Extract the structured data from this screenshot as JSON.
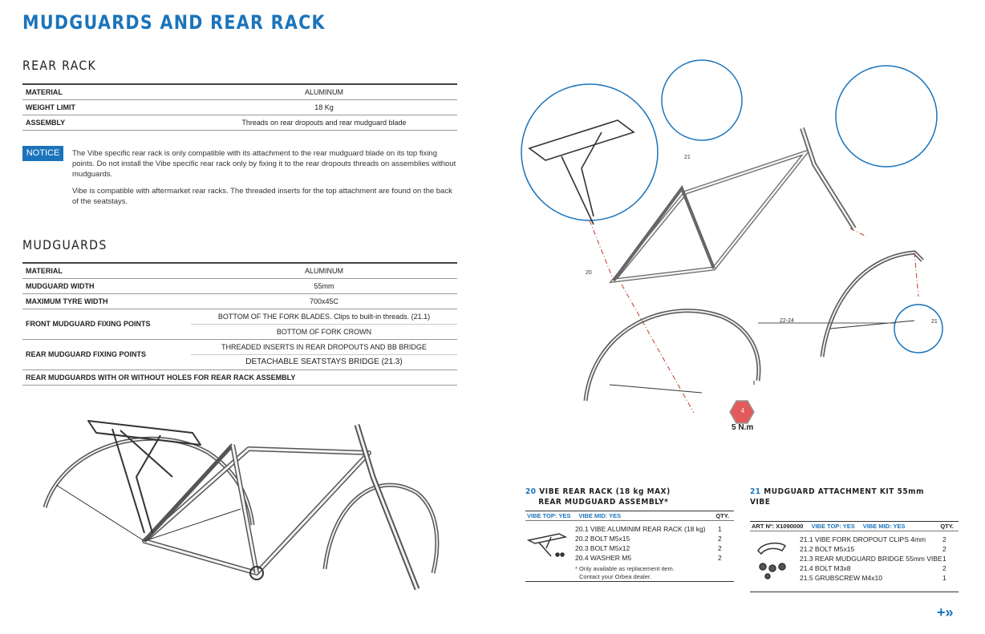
{
  "page_title": "MUDGUARDS AND REAR RACK",
  "rear_rack": {
    "title": "REAR RACK",
    "rows": [
      {
        "label": "MATERIAL",
        "value": "ALUMINUM"
      },
      {
        "label": "WEIGHT LIMIT",
        "value": "18 Kg"
      },
      {
        "label": "ASSEMBLY",
        "value": "Threads on rear dropouts and rear mudguard blade"
      }
    ]
  },
  "notice": {
    "tag": "NOTICE",
    "p1": "The Vibe specific rear rack is only compatible with its attachment to the rear mudguard blade on its top fixing points. Do not install the Vibe specific rear rack only by fixing it to the rear dropouts threads on assemblies without mudguards.",
    "p2": "Vibe is compatible with aftermarket rear racks. The threaded inserts for the top attachment are found on the back of the seatstays."
  },
  "mudguards": {
    "title": "MUDGUARDS",
    "rows": [
      {
        "label": "MATERIAL",
        "value": "ALUMINUM"
      },
      {
        "label": "MUDGUARD WIDTH",
        "value": "55mm"
      },
      {
        "label": "MAXIMUM TYRE WIDTH",
        "value": "700x45C"
      }
    ],
    "front_label": "FRONT MUDGUARD FIXING POINTS",
    "front_values": [
      "BOTTOM OF THE FORK BLADES. Clips to built-in threads. (21.1)",
      "BOTTOM OF FORK CROWN"
    ],
    "rear_label": "REAR MUDGUARD FIXING POINTS",
    "rear_values": [
      "THREADED INSERTS IN REAR DROPOUTS AND BB BRIDGE",
      "DETACHABLE SEATSTAYS BRIDGE (21.3)"
    ],
    "last_row": "REAR MUDGUARDS WITH OR WITHOUT HOLES FOR REAR RACK ASSEMBLY"
  },
  "diagram": {
    "callouts": [
      "20",
      "21",
      "22-24",
      "21"
    ],
    "torque_badge": "4",
    "torque": "5 N.m"
  },
  "kit20": {
    "number": "20",
    "title_line1": "VIBE REAR RACK (18 kg MAX)",
    "title_line2": "REAR MUDGUARD ASSEMBLY*",
    "head_top": "VIBE TOP: YES",
    "head_mid": "VIBE MID: YES",
    "head_qty": "QTY.",
    "items": [
      {
        "desc": "20.1  VIBE ALUMINIM REAR RACK (18 kg)",
        "qty": "1"
      },
      {
        "desc": "20.2  BOLT M5x15",
        "qty": "2"
      },
      {
        "desc": "20.3  BOLT M5x12",
        "qty": "2"
      },
      {
        "desc": "20.4  WASHER M5",
        "qty": "2"
      }
    ],
    "note1": "* Only available as replacement item.",
    "note2": "Contact your Orbea dealer."
  },
  "kit21": {
    "number": "21",
    "title": "MUDGUARD ATTACHMENT KIT 55mm VIBE",
    "art": "ART Nº: X1090000",
    "head_top": "VIBE TOP: YES",
    "head_mid": "VIBE MID: YES",
    "head_qty": "QTY.",
    "items": [
      {
        "desc": "21.1  VIBE FORK DROPOUT CLIPS 4mm",
        "qty": "2"
      },
      {
        "desc": "21.2  BOLT M5x15",
        "qty": "2"
      },
      {
        "desc": "21.3  REAR MUDGUARD BRIDGE 55mm VIBE",
        "qty": "1"
      },
      {
        "desc": "21.4  BOLT M3x8",
        "qty": "2"
      },
      {
        "desc": "21.5  GRUBSCREW M4x10",
        "qty": "1"
      }
    ]
  },
  "nav": "+»",
  "icons": [
    "rear-rack-icon",
    "mudguard-kit-icon",
    "next-page-icon"
  ],
  "accent_color": "#1b74bb"
}
